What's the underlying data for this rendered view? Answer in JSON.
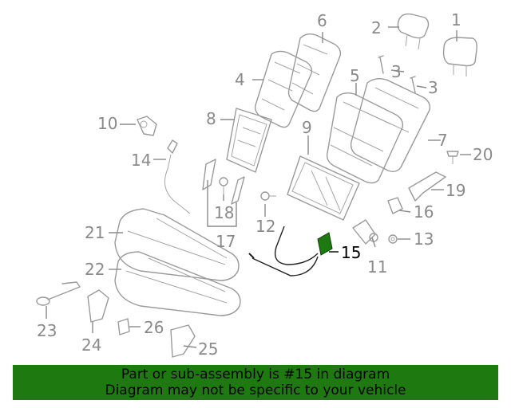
{
  "callouts": [
    {
      "id": "1",
      "label": "1"
    },
    {
      "id": "2",
      "label": "2"
    },
    {
      "id": "3a",
      "label": "3"
    },
    {
      "id": "3b",
      "label": "3"
    },
    {
      "id": "4",
      "label": "4"
    },
    {
      "id": "5",
      "label": "5"
    },
    {
      "id": "6",
      "label": "6"
    },
    {
      "id": "7",
      "label": "7"
    },
    {
      "id": "8",
      "label": "8"
    },
    {
      "id": "9",
      "label": "9"
    },
    {
      "id": "10",
      "label": "10"
    },
    {
      "id": "11",
      "label": "11"
    },
    {
      "id": "12",
      "label": "12"
    },
    {
      "id": "13",
      "label": "13"
    },
    {
      "id": "14",
      "label": "14"
    },
    {
      "id": "15",
      "label": "15"
    },
    {
      "id": "16",
      "label": "16"
    },
    {
      "id": "17",
      "label": "17"
    },
    {
      "id": "18",
      "label": "18"
    },
    {
      "id": "19",
      "label": "19"
    },
    {
      "id": "20",
      "label": "20"
    },
    {
      "id": "21",
      "label": "21"
    },
    {
      "id": "22",
      "label": "22"
    },
    {
      "id": "23",
      "label": "23"
    },
    {
      "id": "24",
      "label": "24"
    },
    {
      "id": "25",
      "label": "25"
    },
    {
      "id": "26",
      "label": "26"
    }
  ],
  "highlight_part": "15",
  "highlight_color": "#1e7a10",
  "banner": {
    "line1": "Part or sub-assembly is #15 in diagram",
    "line2": "Diagram may not be specific to your vehicle"
  }
}
